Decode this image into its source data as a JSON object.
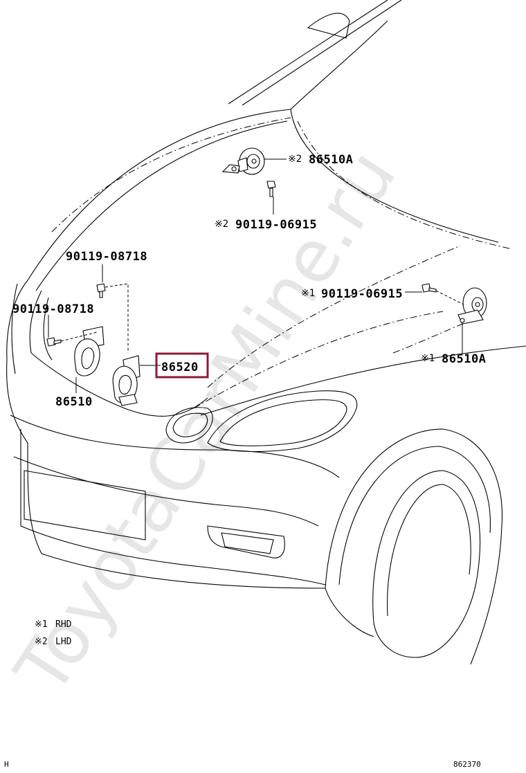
{
  "watermark": "ToyotaCarMine.ru",
  "highlight_color": "#8b1a3a",
  "callouts": {
    "horn_lhd": {
      "mark": "※2",
      "part": "86510A"
    },
    "bolt_lhd": {
      "mark": "※2",
      "part": "90119-06915"
    },
    "bolt_upper": {
      "part": "90119-08718"
    },
    "bolt_left": {
      "part": "90119-08718"
    },
    "bolt_rhd": {
      "mark": "※1",
      "part": "90119-06915"
    },
    "horn_low": {
      "part": "86520"
    },
    "horn_high": {
      "part": "86510"
    },
    "horn_rhd": {
      "mark": "※1",
      "part": "86510A"
    }
  },
  "legend": [
    {
      "mark": "※1",
      "text": "RHD"
    },
    {
      "mark": "※2",
      "text": "LHD"
    }
  ],
  "footer": {
    "left": "H",
    "right": "862370"
  }
}
